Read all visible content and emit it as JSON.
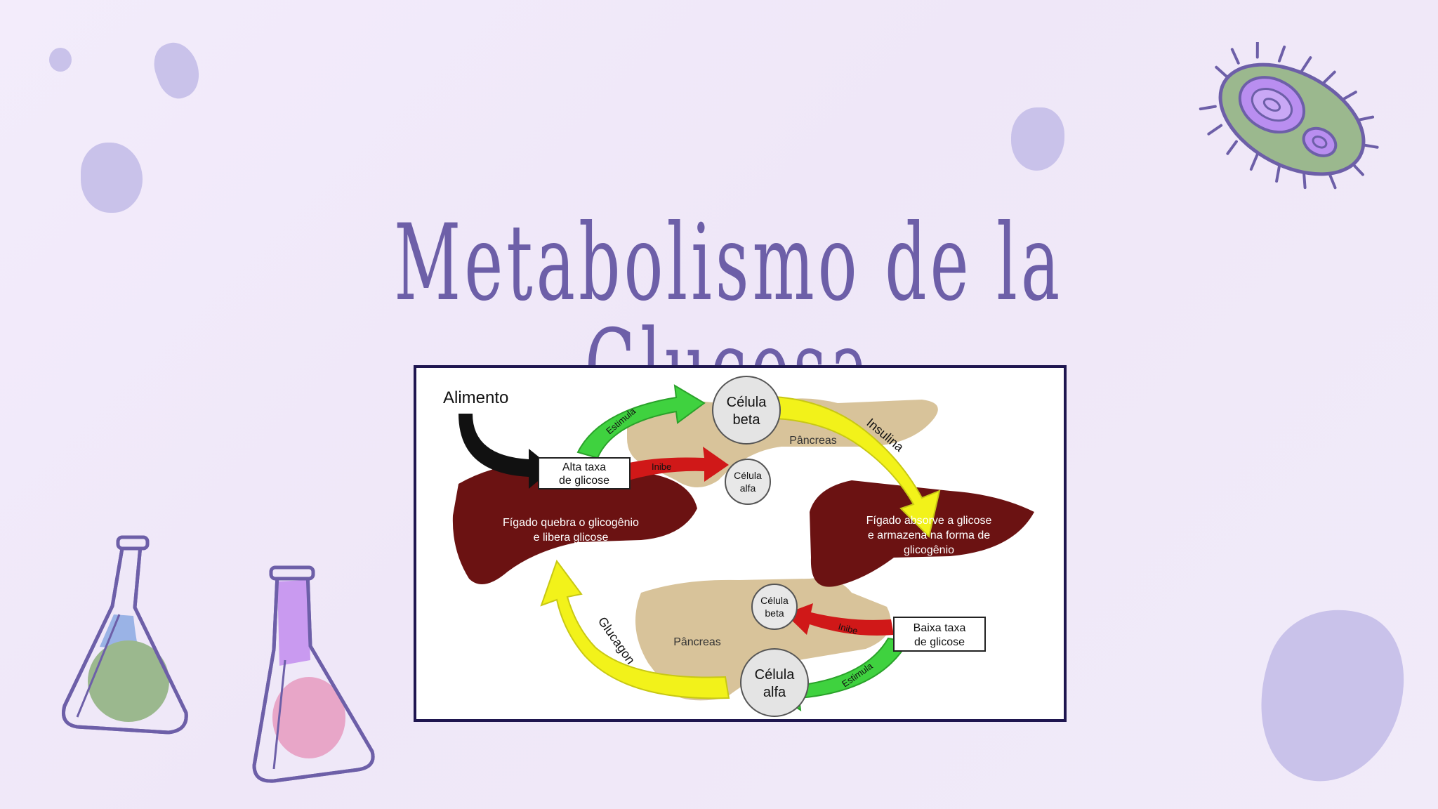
{
  "slide": {
    "title": "Metabolismo de la Glucosa"
  },
  "diagram": {
    "alimento": "Alimento",
    "alta_taxa_line1": "Alta taxa",
    "alta_taxa_line2": "de glicose",
    "baixa_taxa_line1": "Baixa taxa",
    "baixa_taxa_line2": "de glicose",
    "celula_beta_top_line1": "Célula",
    "celula_beta_top_line2": "beta",
    "celula_alfa_top_line1": "Célula",
    "celula_alfa_top_line2": "alfa",
    "celula_beta_bottom_line1": "Célula",
    "celula_beta_bottom_line2": "beta",
    "celula_alfa_bottom_line1": "Célula",
    "celula_alfa_bottom_line2": "alfa",
    "pancreas_top": "Pâncreas",
    "pancreas_bottom": "Pâncreas",
    "estimula_top": "Estimula",
    "estimula_bottom": "Estimula",
    "inibe_top": "Inibe",
    "inibe_bottom": "Inibe",
    "insulina": "Insulina",
    "glucagon": "Glucagon",
    "liver_left_line1": "Fígado quebra o glicogênio",
    "liver_left_line2": "e libera glicose",
    "liver_right_line1": "Fígado absorve a glicose",
    "liver_right_line2": "e armazena na forma de",
    "liver_right_line3": "glicogênio"
  },
  "colors": {
    "title": "#6d5fa8",
    "frame": "#1f1650",
    "liver": "#6b1212",
    "pancreas": "#d8c39a",
    "arrow_green": "#3fd23f",
    "arrow_yellow": "#f2f21a",
    "arrow_red": "#d01818"
  }
}
